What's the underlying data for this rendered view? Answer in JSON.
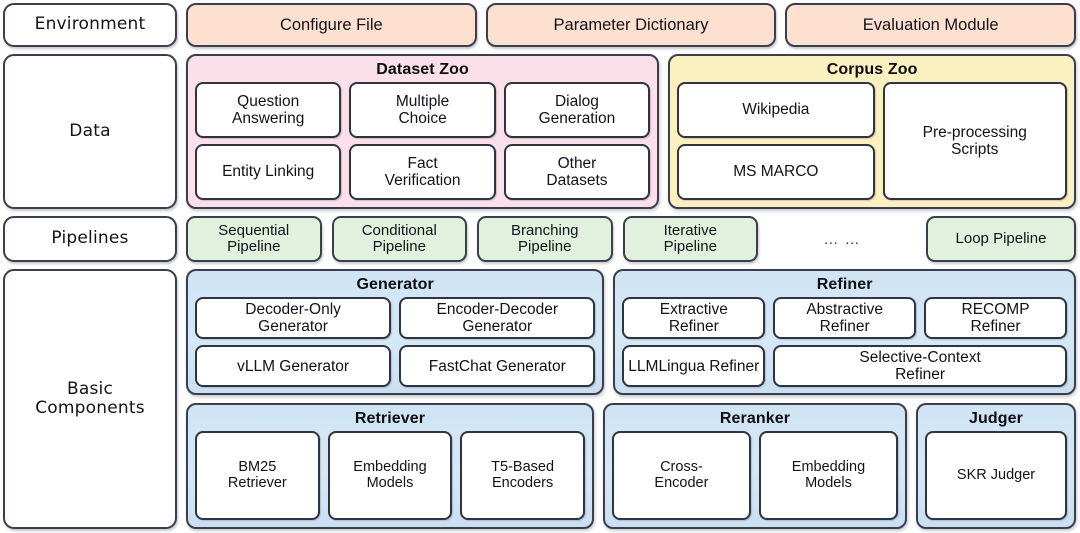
{
  "rows": {
    "environment": {
      "label": "Environment",
      "cells": [
        "Configure File",
        "Parameter Dictionary",
        "Evaluation Module"
      ]
    },
    "data": {
      "label": "Data",
      "dataset_zoo": {
        "title": "Dataset Zoo",
        "items": [
          "Question\nAnswering",
          "Multiple\nChoice",
          "Dialog\nGeneration",
          "Entity Linking",
          "Fact\nVerification",
          "Other\nDatasets"
        ]
      },
      "corpus_zoo": {
        "title": "Corpus Zoo",
        "items": [
          "Wikipedia",
          "MS MARCO"
        ],
        "side_item": "Pre-processing\nScripts"
      }
    },
    "pipelines": {
      "label": "Pipelines",
      "items": [
        "Sequential\nPipeline",
        "Conditional\nPipeline",
        "Branching\nPipeline",
        "Iterative\nPipeline"
      ],
      "ellipsis": "… …",
      "last": "Loop Pipeline"
    },
    "basic_components": {
      "label": "Basic\nComponents",
      "generator": {
        "title": "Generator",
        "items": [
          "Decoder-Only\nGenerator",
          "Encoder-Decoder\nGenerator",
          "vLLM Generator",
          "FastChat Generator"
        ]
      },
      "refiner": {
        "title": "Refiner",
        "items": [
          "Extractive\nRefiner",
          "Abstractive\nRefiner",
          "RECOMP\nRefiner",
          "LLMLingua Refiner",
          "Selective-Context\nRefiner"
        ]
      },
      "retriever": {
        "title": "Retriever",
        "items": [
          "BM25\nRetriever",
          "Embedding\nModels",
          "T5-Based\nEncoders"
        ]
      },
      "reranker": {
        "title": "Reranker",
        "items": [
          "Cross-\nEncoder",
          "Embedding\nModels"
        ]
      },
      "judger": {
        "title": "Judger",
        "items": [
          "SKR Judger"
        ]
      }
    }
  },
  "colors": {
    "peach": "#fde0cf",
    "pink": "#fbe0e9",
    "yellow": "#fdf0c0",
    "green": "#e1f1dd",
    "blue": "#cfe4f4",
    "border": "#3b3f4d",
    "white": "#ffffff"
  }
}
